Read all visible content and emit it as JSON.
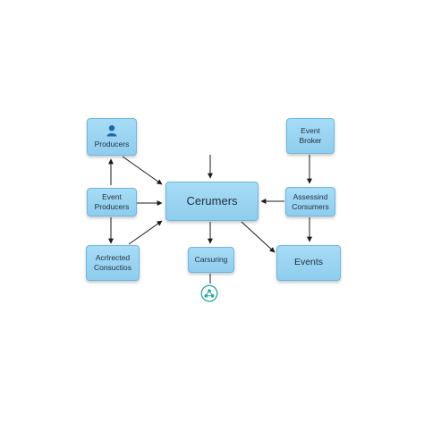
{
  "diagram": {
    "nodes": {
      "producers": {
        "label": "Producers",
        "icon": "user-icon"
      },
      "event_producers": {
        "label": "Event\nProducers"
      },
      "architected_consumers": {
        "label": "Acrlrected\nConsuctios"
      },
      "consumers": {
        "label": "Cerumers"
      },
      "consuming": {
        "label": "Carsuring",
        "icon": "network-icon"
      },
      "event_broker": {
        "label": "Event\nBroker"
      },
      "assessing_consumers": {
        "label": "Assessind\nCorsumers"
      },
      "events": {
        "label": "Events"
      }
    },
    "colors": {
      "node_fill": "#9fd6f3",
      "node_border": "#6fb7df",
      "arrow": "#1b1b1b",
      "icon_blue": "#1b6aa6",
      "network_icon": "#2aa89c"
    }
  }
}
